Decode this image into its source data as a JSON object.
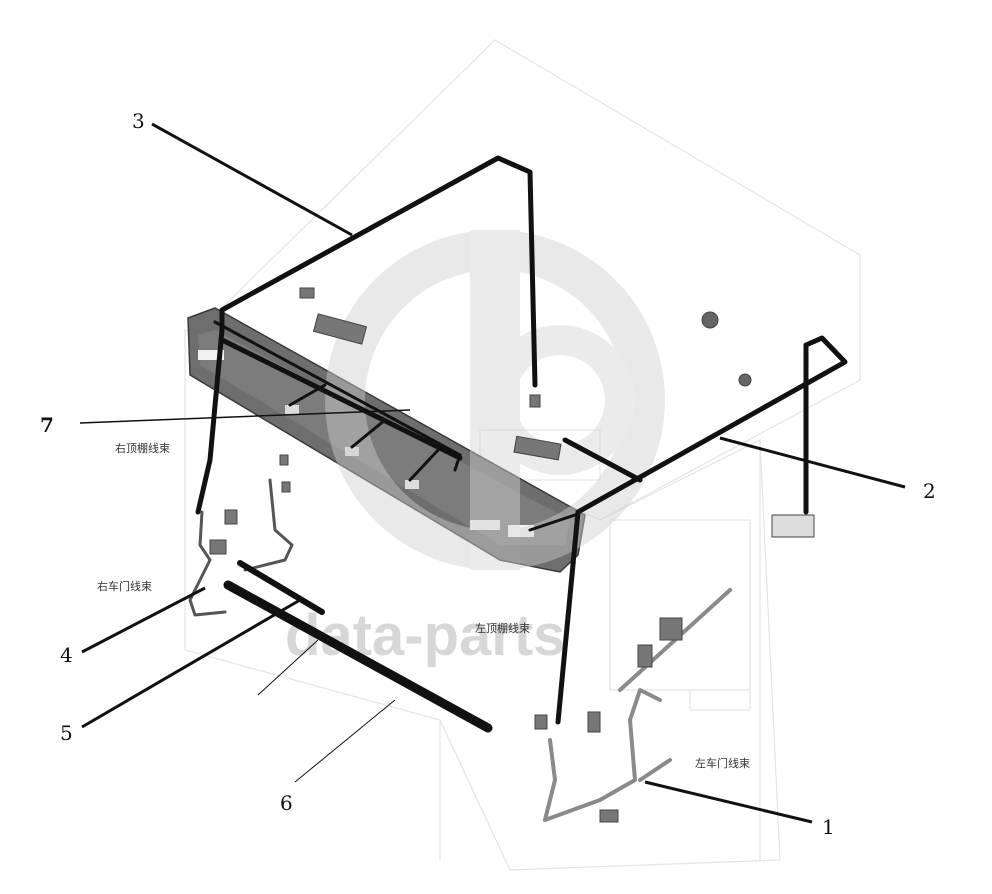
{
  "diagram": {
    "callouts": [
      "1",
      "2",
      "3",
      "4",
      "5",
      "6",
      "7"
    ],
    "labels": {
      "right_roof_harness": "右顶棚线束",
      "right_door_harness": "右车门线束",
      "left_roof_harness": "左顶棚线束",
      "left_door_harness": "左车门线束"
    },
    "watermark": "data-parts"
  },
  "colors": {
    "harness": "#111111",
    "cab_outline": "#e6e6e6",
    "roof_panel": "#6f6f6f",
    "watermark": "#c8c8c8"
  }
}
